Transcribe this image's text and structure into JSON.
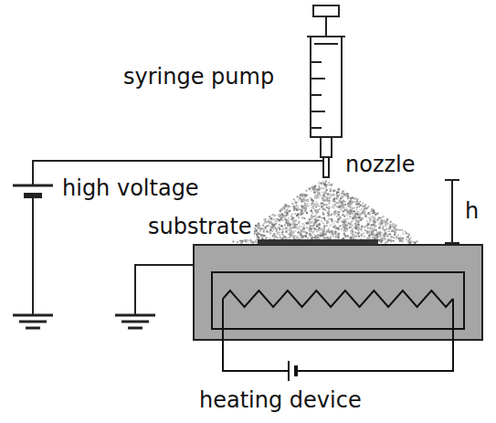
{
  "diagram": {
    "labels": [
      "syringe pump",
      "nozzle",
      "high voltage",
      "h",
      "substrate",
      "heating device"
    ]
  }
}
